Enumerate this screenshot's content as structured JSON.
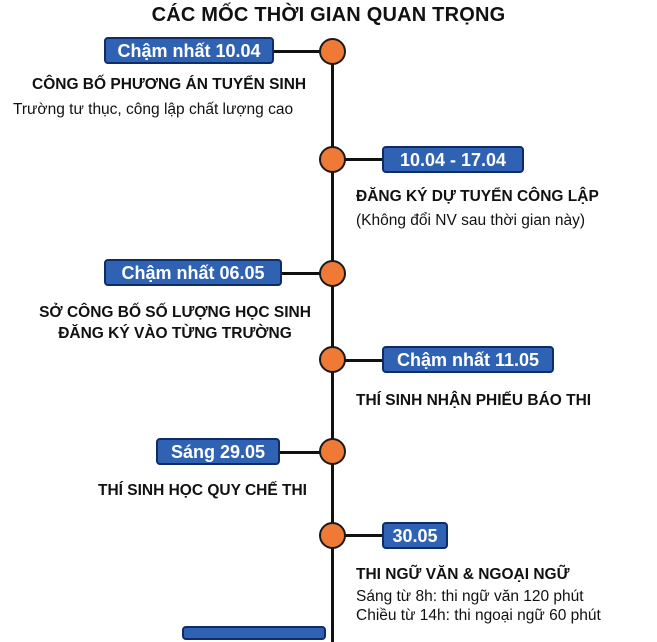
{
  "title": "CÁC MỐC THỜI GIAN QUAN TRỌNG",
  "colors": {
    "badge": "#2f62b3",
    "badge_border": "#0e2d66",
    "node": "#ef7a36",
    "line": "#111111"
  },
  "milestones": [
    {
      "date": "Chậm nhất 10.04",
      "heading": [
        "CÔNG BỐ PHƯƠNG ÁN TUYỂN SINH"
      ],
      "details": [
        "Trường tư thục, công lập chất lượng cao"
      ]
    },
    {
      "date": "10.04 - 17.04",
      "heading": [
        "ĐĂNG KÝ DỰ TUYỂN CÔNG LẬP"
      ],
      "details": [
        "(Không đổi NV sau thời gian này)"
      ]
    },
    {
      "date": "Chậm nhất 06.05",
      "heading": [
        "SỞ CÔNG BỐ SỐ LƯỢNG HỌC SINH",
        "ĐĂNG KÝ VÀO TỪNG TRƯỜNG"
      ],
      "details": []
    },
    {
      "date": "Chậm nhất 11.05",
      "heading": [
        "THÍ SINH NHẬN PHIẾU BÁO THI"
      ],
      "details": []
    },
    {
      "date": "Sáng 29.05",
      "heading": [
        "THÍ SINH HỌC QUY CHẾ THI"
      ],
      "details": []
    },
    {
      "date": "30.05",
      "heading": [
        "THI NGỮ VĂN & NGOẠI NGỮ"
      ],
      "details": [
        "Sáng từ 8h: thi ngữ văn 120 phút",
        "Chiều từ 14h: thi ngoại ngữ 60 phút"
      ]
    }
  ]
}
